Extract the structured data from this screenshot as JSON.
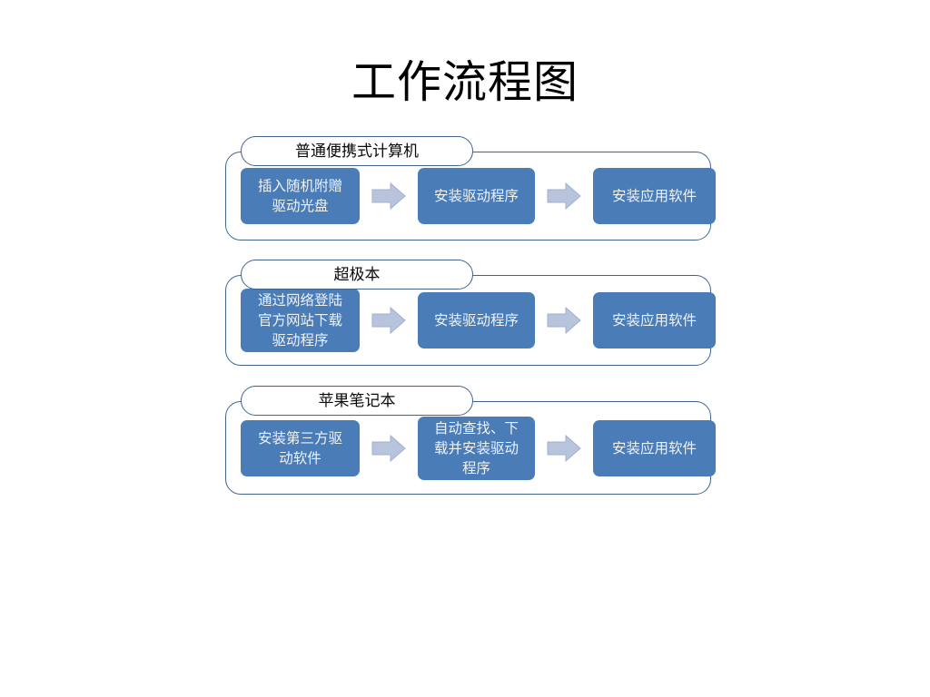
{
  "page": {
    "title": "工作流程图",
    "background_color": "#ffffff"
  },
  "colors": {
    "box_fill": "#4a7cb8",
    "box_text": "#eef2f8",
    "arrow_fill": "#b8c4dc",
    "arrow_border": "#9fb0ce",
    "container_border": "#41648f",
    "title_text": "#000000",
    "label_text": "#0a0a0a"
  },
  "groups": [
    {
      "id": "group-1",
      "label": "普通便携式计算机",
      "steps": [
        {
          "text": "插入随机附赠\n驱动光盘"
        },
        {
          "text": "安装驱动程序"
        },
        {
          "text": "安装应用软件"
        }
      ],
      "arrows": [
        {
          "name": "arrow-right-icon"
        },
        {
          "name": "arrow-right-icon"
        }
      ]
    },
    {
      "id": "group-2",
      "label": "超极本",
      "steps": [
        {
          "text": "通过网络登陆\n官方网站下载\n驱动程序"
        },
        {
          "text": "安装驱动程序"
        },
        {
          "text": "安装应用软件"
        }
      ],
      "arrows": [
        {
          "name": "arrow-right-icon"
        },
        {
          "name": "arrow-right-icon"
        }
      ]
    },
    {
      "id": "group-3",
      "label": "苹果笔记本",
      "steps": [
        {
          "text": "安装第三方驱\n动软件"
        },
        {
          "text": "自动查找、下\n载并安装驱动\n程序"
        },
        {
          "text": "安装应用软件"
        }
      ],
      "arrows": [
        {
          "name": "arrow-right-icon"
        },
        {
          "name": "arrow-right-icon"
        }
      ]
    }
  ]
}
